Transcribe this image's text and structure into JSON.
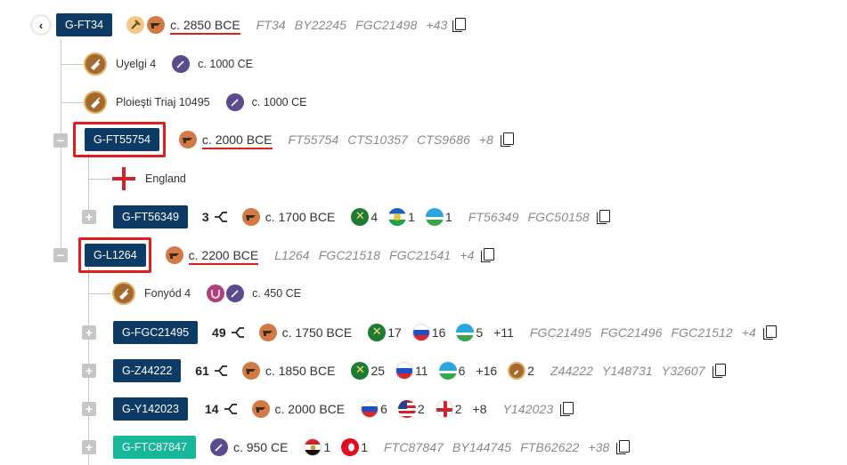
{
  "root": {
    "id": "G-FT34",
    "age": "c. 2850 BCE",
    "snps": [
      "FT34",
      "BY22245",
      "FGC21498"
    ],
    "more": "+43"
  },
  "children_a": [
    {
      "name": "Uyelgi 4",
      "age": "c. 1000 CE"
    },
    {
      "name": "Ploieşti Triaj 10495",
      "age": "c. 1000 CE"
    }
  ],
  "ft55754": {
    "id": "G-FT55754",
    "age": "c. 2000 BCE",
    "snps": [
      "FT55754",
      "CTS10357",
      "CTS9686"
    ],
    "more": "+8",
    "country": "England"
  },
  "ft56349": {
    "id": "G-FT56349",
    "branches": "3",
    "age": "c. 1700 BCE",
    "c1": "4",
    "c2": "1",
    "c3": "1",
    "snps": [
      "FT56349",
      "FGC50158"
    ]
  },
  "l1264": {
    "id": "G-L1264",
    "age": "c. 2200 BCE",
    "snps": [
      "L1264",
      "FGC21518",
      "FGC21541"
    ],
    "more": "+4"
  },
  "fonyod": {
    "name": "Fonyód 4",
    "age": "c. 450 CE"
  },
  "fgc21495": {
    "id": "G-FGC21495",
    "branches": "49",
    "age": "c. 1750 BCE",
    "c1": "17",
    "c2": "16",
    "c3": "5",
    "plus": "+11",
    "snps": [
      "FGC21495",
      "FGC21496",
      "FGC21512"
    ],
    "more": "+4"
  },
  "z44222": {
    "id": "G-Z44222",
    "branches": "61",
    "age": "c. 1850 BCE",
    "c1": "25",
    "c2": "11",
    "c3": "6",
    "plus": "+16",
    "c4": "2",
    "snps": [
      "Z44222",
      "Y148731",
      "Y32607"
    ]
  },
  "y142023": {
    "id": "G-Y142023",
    "branches": "14",
    "age": "c. 2000 BCE",
    "c1": "6",
    "c2": "2",
    "c3": "2",
    "plus": "+8",
    "snps": [
      "Y142023"
    ]
  },
  "ftc87847": {
    "id": "G-FTC87847",
    "age": "c. 950 CE",
    "c1": "1",
    "c2": "1",
    "snps": [
      "FTC87847",
      "BY144745",
      "FTB62622"
    ],
    "more": "+38"
  },
  "colors": {
    "navy": "#0d3b66",
    "teal": "#17b899",
    "highlight": "#e01e1e"
  },
  "icons": {
    "copy": "copy-icon",
    "branch": "branch-icon",
    "hammer": "hammer-icon",
    "trowel": "trowel-icon",
    "arrowhead": "arrowhead-icon",
    "back": "chevron-left-icon"
  }
}
